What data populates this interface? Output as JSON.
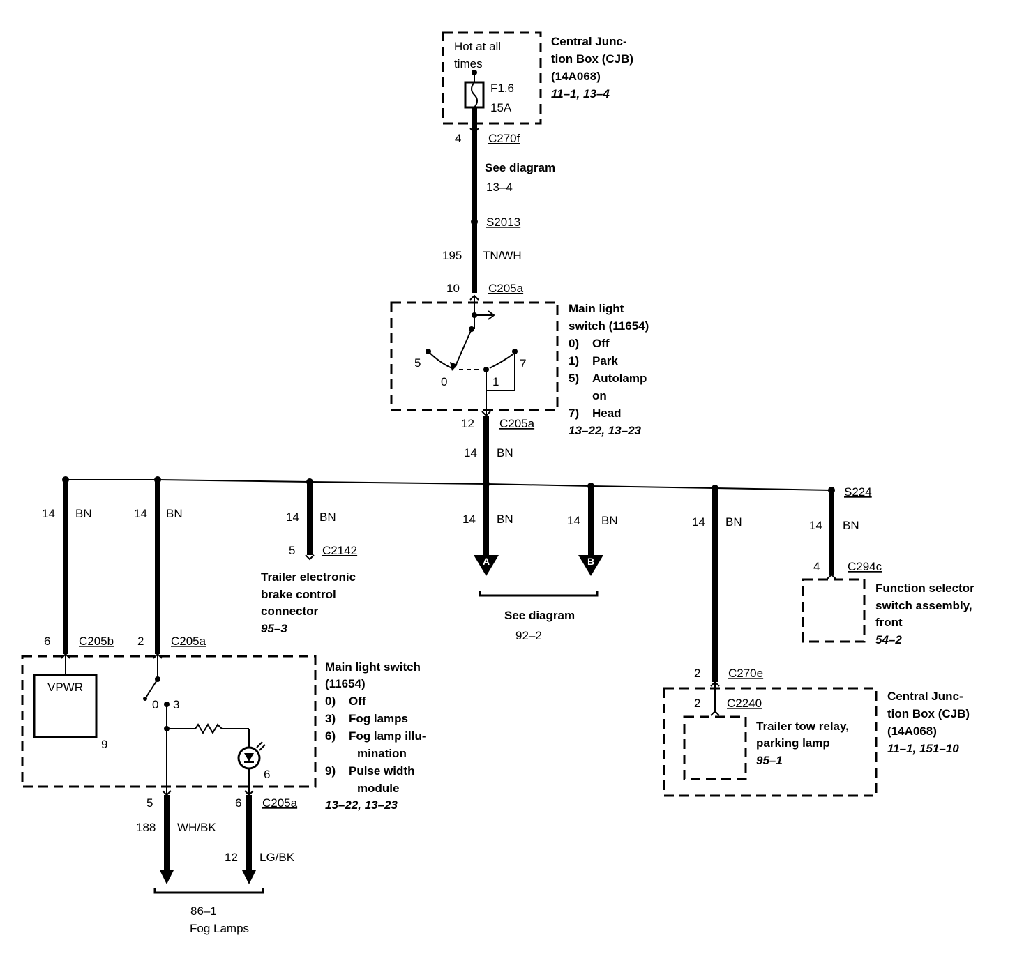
{
  "cjb_top": {
    "hot": [
      "Hot at all",
      "times"
    ],
    "fuse": "F1.6",
    "amps": "15A",
    "title": [
      "Central Junc-",
      "tion Box (CJB)",
      "(14A068)"
    ],
    "ref": "11–1, 13–4"
  },
  "wire_top": {
    "pin": "4",
    "connector": "C270f",
    "see": "See diagram",
    "see_ref": "13–4",
    "splice": "S2013",
    "circuit": "195",
    "color": "TN/WH",
    "pin_in": "10",
    "connector_in": "C205a"
  },
  "switch1": {
    "title": [
      "Main light",
      "switch (11654)"
    ],
    "modes": [
      {
        "n": "0)",
        "label": "Off"
      },
      {
        "n": "1)",
        "label": "Park"
      },
      {
        "n": "5)",
        "label": "Autolamp"
      },
      {
        "n": "",
        "label": "on"
      },
      {
        "n": "7)",
        "label": "Head"
      }
    ],
    "ref": "13–22, 13–23",
    "pos": {
      "p5": "5",
      "p0": "0",
      "p1": "1",
      "p7": "7"
    },
    "out_pin": "12",
    "out_connector": "C205a",
    "out_circuit": "14",
    "out_color": "BN"
  },
  "branches": [
    {
      "circuit": "14",
      "color": "BN"
    },
    {
      "circuit": "14",
      "color": "BN"
    },
    {
      "circuit": "14",
      "color": "BN",
      "pin": "5",
      "connector": "C2142"
    },
    {
      "circuit": "14",
      "color": "BN",
      "arrow": "A"
    },
    {
      "circuit": "14",
      "color": "BN",
      "arrow": "B"
    },
    {
      "circuit": "14",
      "color": "BN"
    },
    {
      "circuit": "14",
      "color": "BN",
      "splice": "S224"
    }
  ],
  "trailer_connector": {
    "title": [
      "Trailer electronic",
      "brake control",
      "connector"
    ],
    "ref": "95–3"
  },
  "see_ab": {
    "text": "See diagram",
    "ref": "92–2"
  },
  "function_selector": {
    "pin": "4",
    "connector": "C294c",
    "title": [
      "Function selector",
      "switch assembly,",
      "front"
    ],
    "ref": "54–2"
  },
  "switch2": {
    "pin_left": "6",
    "connector_left": "C205b",
    "pin_mid": "2",
    "connector_mid": "C205a",
    "vpwr": "VPWR",
    "vpwr_pin": "9",
    "pos0": "0",
    "pos3": "3",
    "lamp_pin": "6",
    "title": [
      "Main light switch",
      "(11654)"
    ],
    "modes": [
      {
        "n": "0)",
        "label": "Off"
      },
      {
        "n": "3)",
        "label": "Fog lamps"
      },
      {
        "n": "6)",
        "label": "Fog lamp illu-"
      },
      {
        "n": "",
        "label": "mination"
      },
      {
        "n": "9)",
        "label": "Pulse width"
      },
      {
        "n": "",
        "label": "module"
      }
    ],
    "ref": "13–22, 13–23"
  },
  "fog_outputs": {
    "pin1": "5",
    "pin2": "6",
    "connector": "C205a",
    "circuit1": "188",
    "color1": "WH/BK",
    "circuit2": "12",
    "color2": "LG/BK",
    "ref": "86–1",
    "label": "Fog Lamps"
  },
  "cjb_bottom": {
    "pin1": "2",
    "connector1": "C270e",
    "pin2": "2",
    "connector2": "C2240",
    "relay": [
      "Trailer tow relay,",
      "parking lamp"
    ],
    "relay_ref": "95–1",
    "title": [
      "Central Junc-",
      "tion Box (CJB)",
      "(14A068)"
    ],
    "ref": "11–1, 151–10"
  }
}
